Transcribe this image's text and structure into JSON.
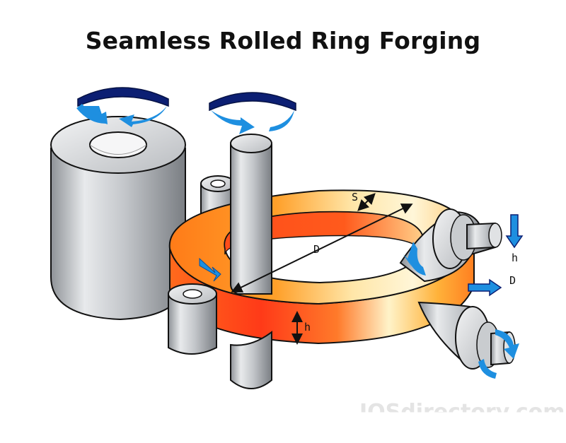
{
  "title": "Seamless Rolled Ring Forging",
  "labels": {
    "wall_thickness": "S",
    "diameter": "D",
    "height": "h",
    "axial_roll_height": "h",
    "axial_roll_diameter": "D"
  },
  "watermark": "IQSdirectory.com",
  "colors": {
    "ring_hot": "#ff5a1a",
    "ring_cool": "#fff2c0",
    "arrow_blue": "#1e8fe0",
    "arrow_navy": "#0c1f73",
    "roll_gray": "#b8bcc0"
  }
}
